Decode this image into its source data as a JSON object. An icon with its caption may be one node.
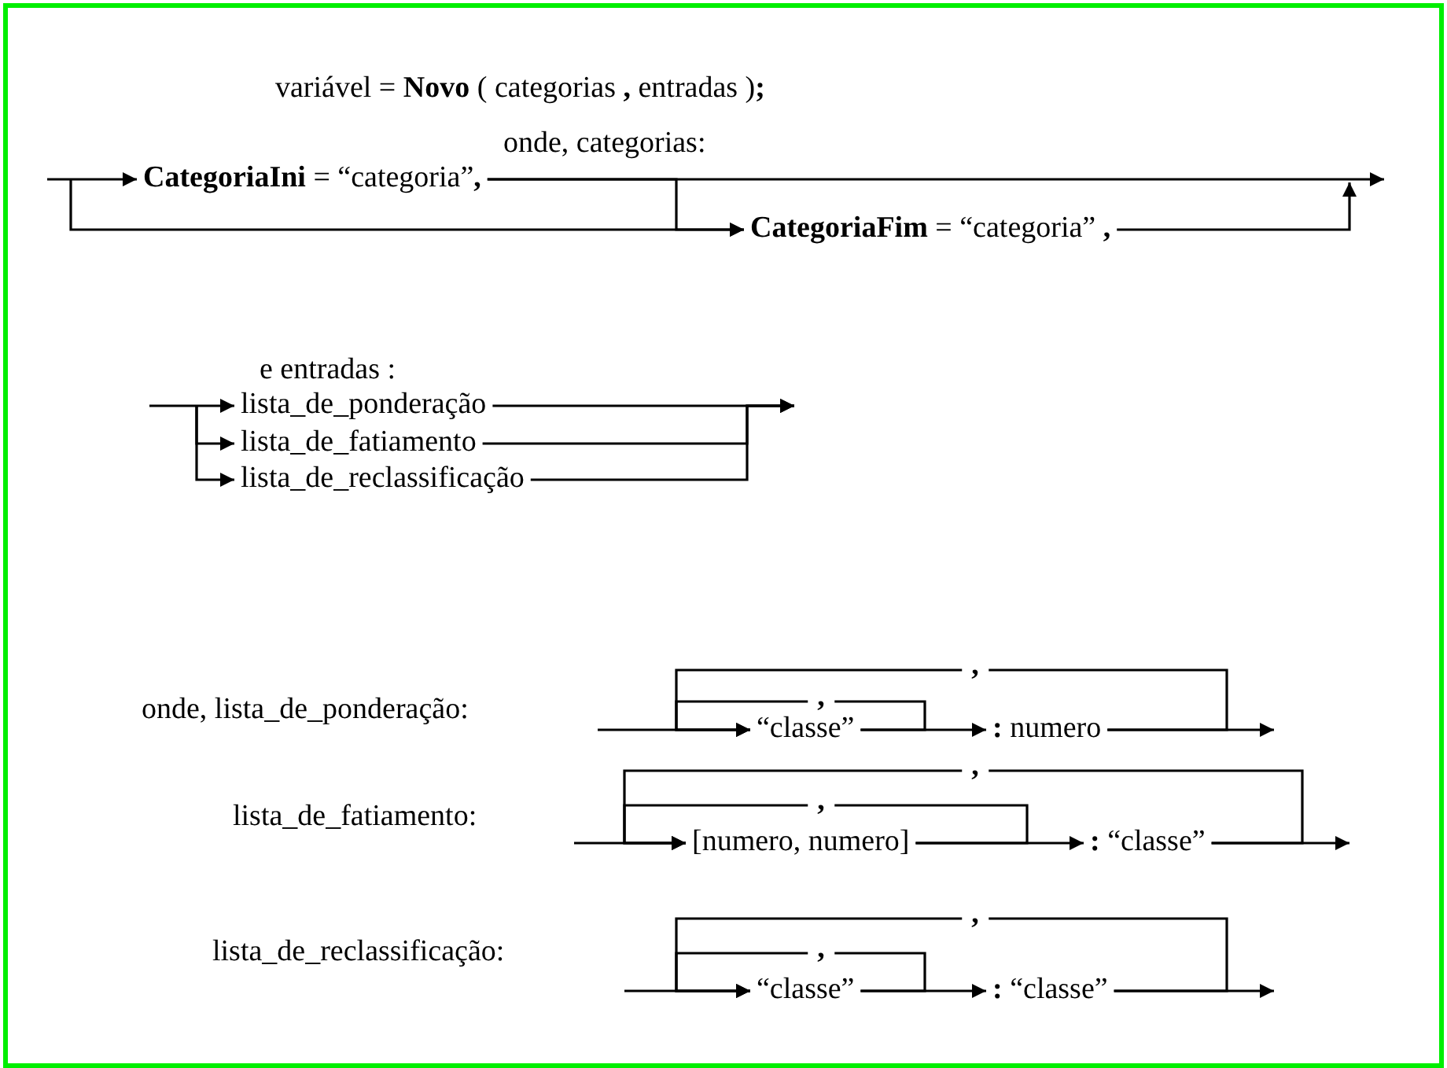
{
  "diagram": {
    "nodes": [
      {
        "text": [
          "**CategoriaIni** = “categoria”**,**"
        ]
      },
      {
        "text": [
          "**CategoriaFim** = “categoria” **,**"
        ]
      },
      {
        "text": [
          "lista_de_ponderação"
        ]
      },
      {
        "text": [
          "lista_de_fatiamento"
        ]
      },
      {
        "text": [
          "lista_de_reclassificação"
        ]
      },
      {
        "text": [
          "“classe”"
        ]
      },
      {
        "text": [
          "**:** numero"
        ]
      },
      {
        "text": [
          "[numero, numero]"
        ]
      },
      {
        "text": [
          "**:** “classe”"
        ]
      },
      {
        "text": [
          "“classe”"
        ]
      },
      {
        "text": [
          "**:** “classe”"
        ]
      }
    ],
    "edges": [
      {
        "from": null,
        "to": 0,
        "arrow": "to"
      },
      {
        "from": null,
        "to": 1,
        "arrow": "to"
      },
      {
        "from": 0,
        "to": 1,
        "arrow": "to"
      },
      {
        "from": 0,
        "to": null,
        "arrow": "to"
      },
      {
        "from": 1,
        "to": null,
        "arrow": "to"
      },
      {
        "from": null,
        "to": 2,
        "arrow": "to"
      },
      {
        "from": null,
        "to": 3,
        "arrow": "to"
      },
      {
        "from": null,
        "to": 4,
        "arrow": "to"
      },
      {
        "from": 2,
        "to": null,
        "arrow": "to"
      },
      {
        "from": 3,
        "to": null,
        "arrow": "to"
      },
      {
        "from": 4,
        "to": null,
        "arrow": "to"
      },
      {
        "from": null,
        "to": 5,
        "arrow": "to"
      },
      {
        "from": 5,
        "to": 5,
        "arrow": "to",
        "label": ","
      },
      {
        "from": 5,
        "to": 6,
        "arrow": "to"
      },
      {
        "from": 6,
        "to": 5,
        "arrow": "to",
        "label": ","
      },
      {
        "from": 6,
        "to": null,
        "arrow": "to"
      },
      {
        "from": null,
        "to": 7,
        "arrow": "to"
      },
      {
        "from": 7,
        "to": 7,
        "arrow": "to",
        "label": ","
      },
      {
        "from": 7,
        "to": 8,
        "arrow": "to"
      },
      {
        "from": 8,
        "to": 7,
        "arrow": "to",
        "label": ","
      },
      {
        "from": 8,
        "to": null,
        "arrow": "to"
      },
      {
        "from": null,
        "to": 9,
        "arrow": "to"
      },
      {
        "from": 9,
        "to": 9,
        "arrow": "to",
        "label": ","
      },
      {
        "from": 9,
        "to": 10,
        "arrow": "to"
      },
      {
        "from": 10,
        "to": 9,
        "arrow": "to",
        "label": ","
      },
      {
        "from": 10,
        "to": null,
        "arrow": "to"
      }
    ],
    "labels": [
      "variável = **Novo** ( categorias **,** entradas )**;**",
      "onde, categorias:",
      "e  entradas :",
      "onde, lista_de_ponderação:",
      "lista_de_fatiamento:",
      "lista_de_reclassificação:"
    ]
  }
}
